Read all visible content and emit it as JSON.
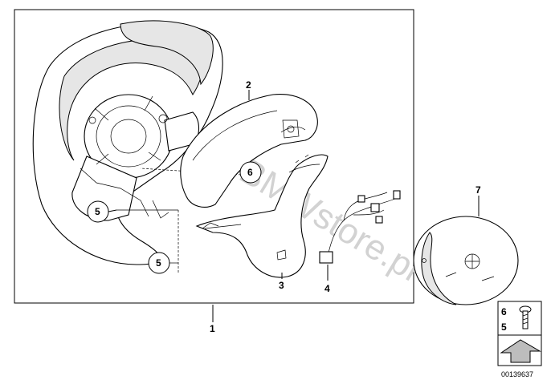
{
  "watermark": "www.BMWstore.pl",
  "callouts": {
    "c1": "1",
    "c2": "2",
    "c3": "3",
    "c4": "4",
    "c5a": "5",
    "c5b": "5",
    "c6": "6",
    "c7": "7"
  },
  "legend": {
    "screw_label_6": "6",
    "screw_label_5": "5"
  },
  "diagram_code": "00139637"
}
